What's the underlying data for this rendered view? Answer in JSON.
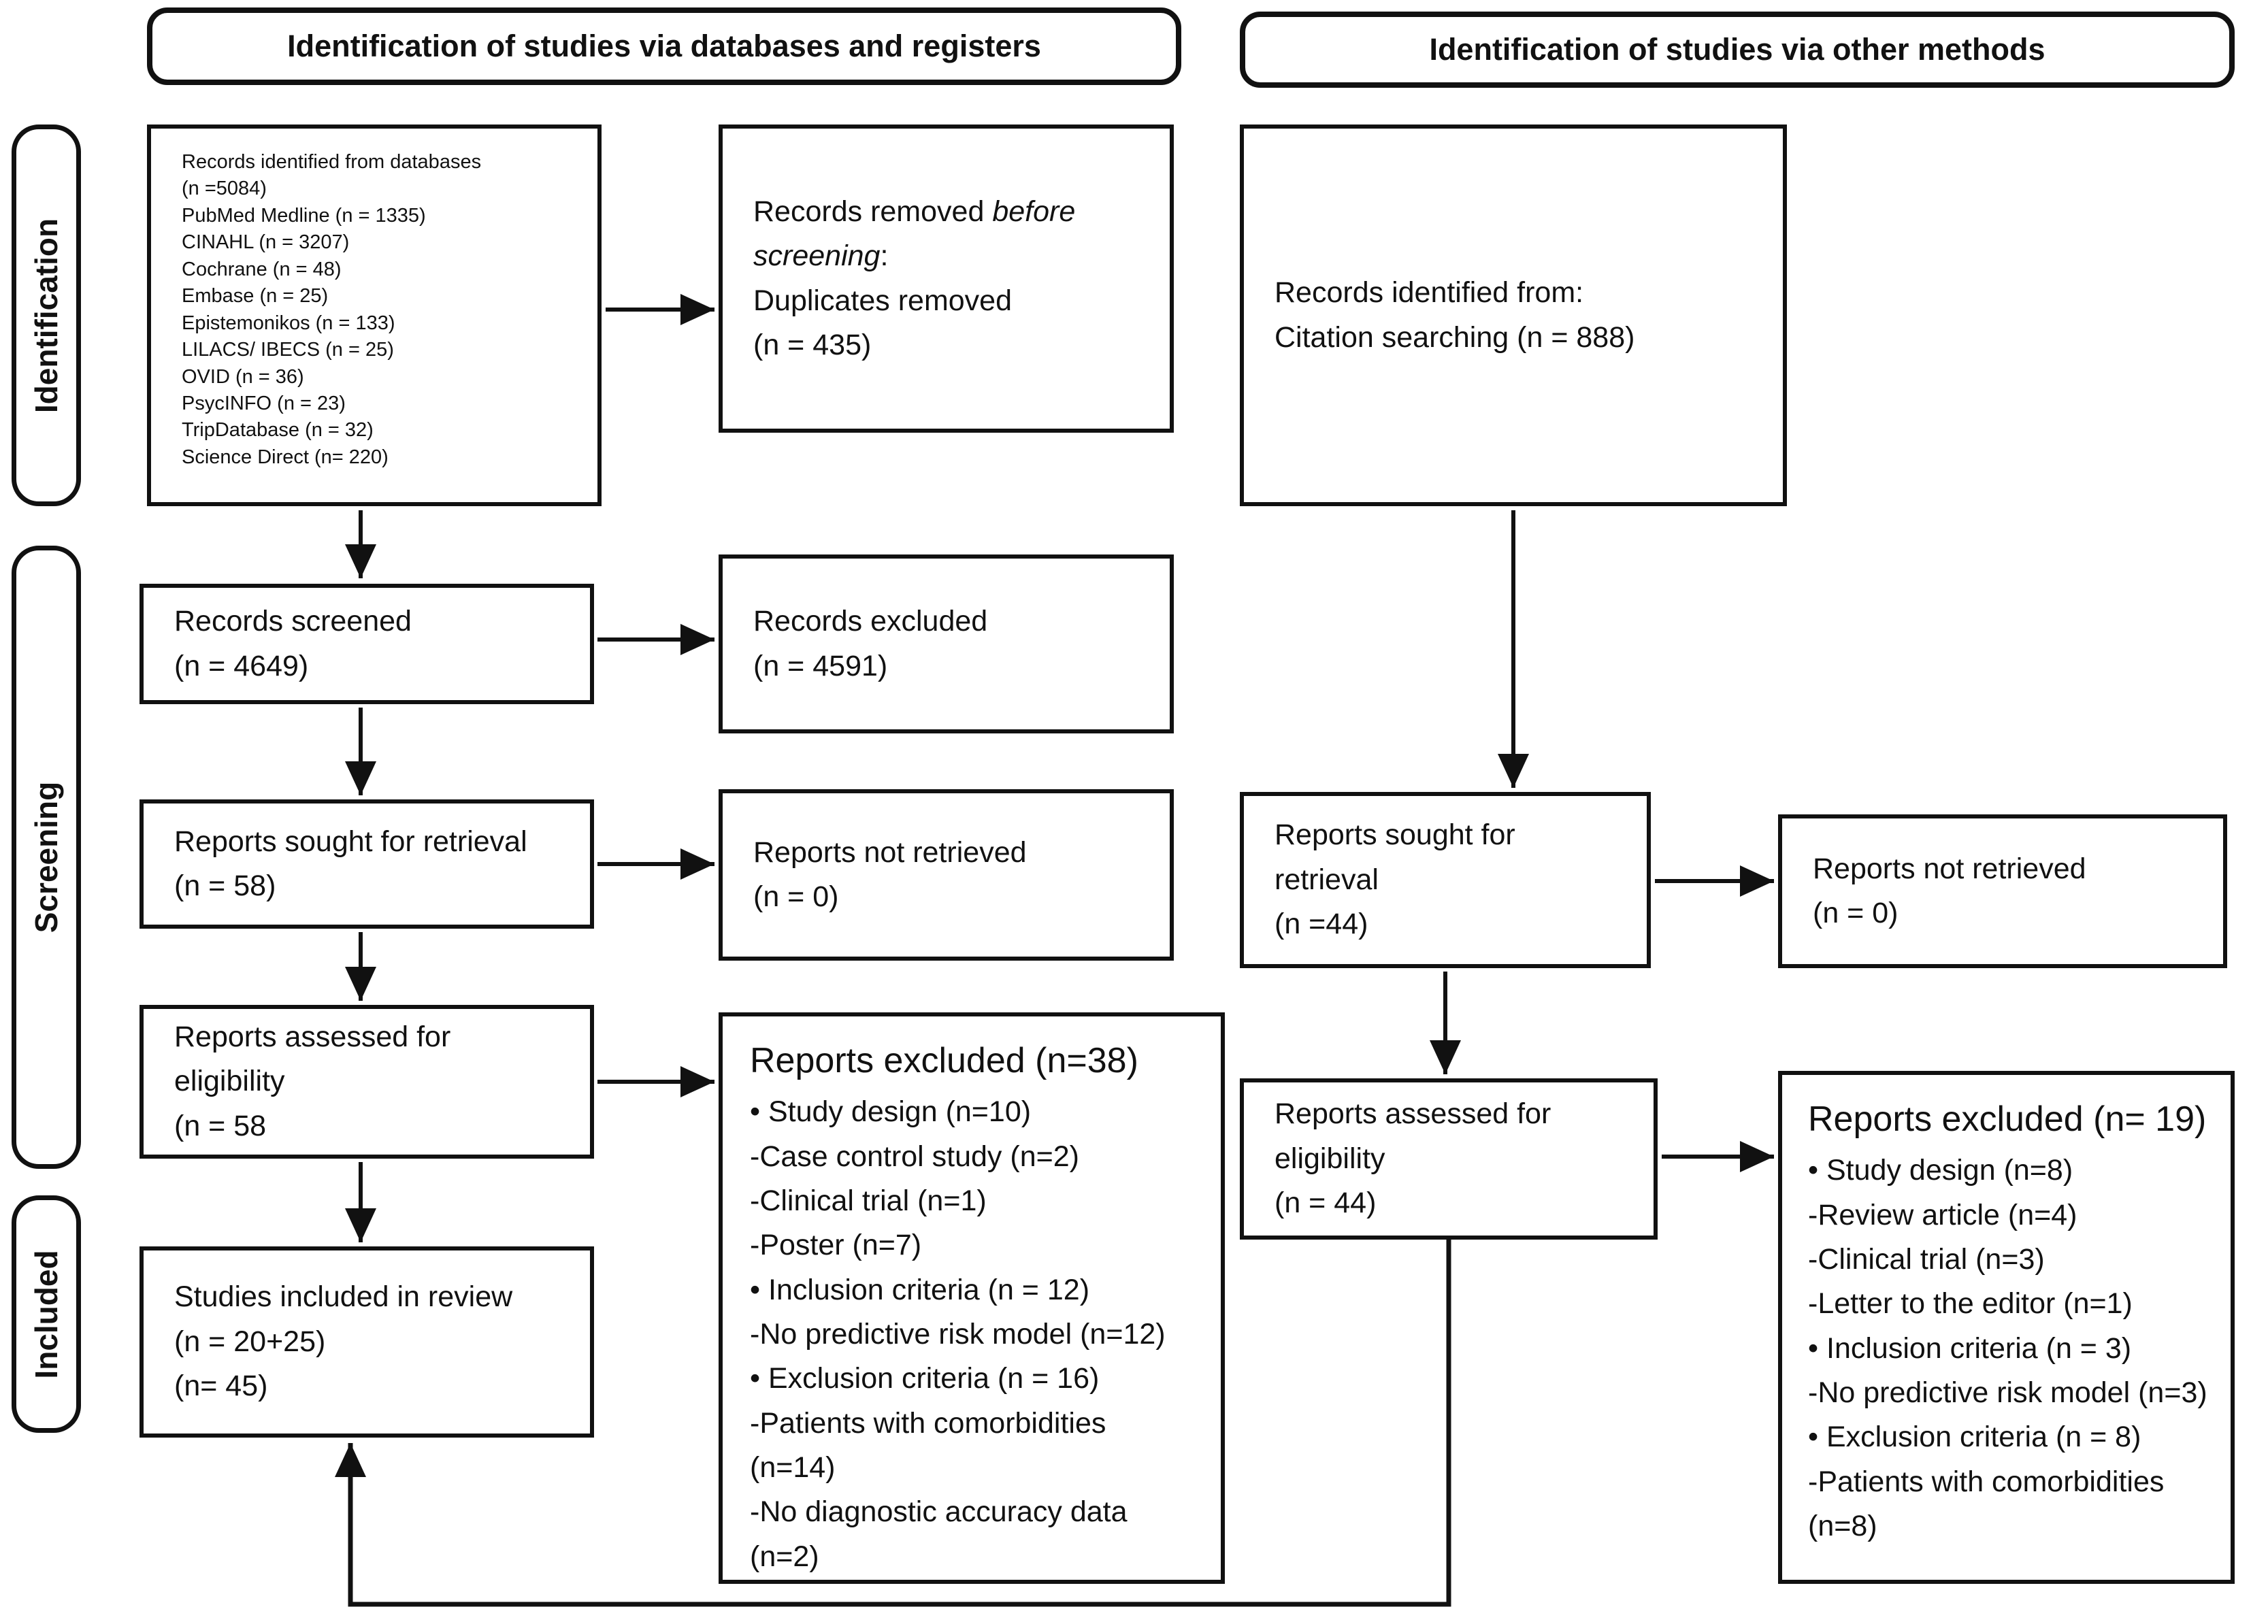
{
  "headers": {
    "databases": "Identification of studies via databases and registers",
    "other_methods": "Identification of studies via other methods"
  },
  "sidebars": {
    "identification": "Identification",
    "screening": "Screening",
    "included": "Included"
  },
  "databases_box": {
    "lines": [
      "Records identified from databases",
      "(n =5084)",
      "PubMed Medline (n = 1335)",
      "CINAHL (n = 3207)",
      "Cochrane (n = 48)",
      "Embase (n = 25)",
      "Epistemonikos (n = 133)",
      "LILACS/ IBECS (n = 25)",
      "OVID (n = 36)",
      "PsycINFO (n = 23)",
      "TripDatabase (n = 32)",
      "Science Direct (n= 220)"
    ]
  },
  "records_removed_box": {
    "prefix": "Records removed ",
    "italic_line1": "before",
    "italic_line2": "screening",
    "colon": ":",
    "line2": "Duplicates removed",
    "line3": "(n = 435)"
  },
  "citation_box": {
    "lines": [
      "Records identified from:",
      "Citation searching (n = 888)"
    ]
  },
  "records_screened_box": {
    "lines": [
      "Records screened",
      "(n = 4649)"
    ]
  },
  "records_excluded_box": {
    "lines": [
      "Records excluded",
      "(n = 4591)"
    ]
  },
  "reports_sought_left_box": {
    "lines": [
      "Reports sought for retrieval",
      "(n = 58)"
    ]
  },
  "reports_not_retrieved_left_box": {
    "lines": [
      "Reports not retrieved",
      "(n = 0)"
    ]
  },
  "reports_assessed_left_box": {
    "lines": [
      "Reports assessed for",
      "eligibility",
      "(n = 58"
    ]
  },
  "reports_excluded_left_box": {
    "title": "Reports excluded (n=38)",
    "items": [
      "• Study design (n=10)",
      "-Case control study (n=2)",
      "-Clinical trial (n=1)",
      "-Poster (n=7)",
      "• Inclusion criteria (n = 12)",
      "-No predictive risk model (n=12)",
      "• Exclusion criteria (n = 16)",
      "-Patients with comorbidities",
      "(n=14)",
      "-No diagnostic accuracy data",
      "(n=2)"
    ]
  },
  "studies_included_box": {
    "lines": [
      "Studies included in review",
      "(n = 20+25)",
      "(n= 45)"
    ]
  },
  "reports_sought_right_box": {
    "lines": [
      "Reports sought for",
      "retrieval",
      "(n =44)"
    ]
  },
  "reports_not_retrieved_right_box": {
    "lines": [
      "Reports not retrieved",
      "(n = 0)"
    ]
  },
  "reports_assessed_right_box": {
    "lines": [
      "Reports assessed for",
      "eligibility",
      "(n = 44)"
    ]
  },
  "reports_excluded_right_box": {
    "title": "Reports excluded (n= 19)",
    "items": [
      "• Study design (n=8)",
      "-Review article (n=4)",
      "-Clinical trial (n=3)",
      "-Letter to the editor (n=1)",
      "• Inclusion criteria (n = 3)",
      "-No predictive risk model (n=3)",
      "• Exclusion criteria (n = 8)",
      "-Patients with comorbidities",
      "(n=8)"
    ]
  },
  "colors": {
    "line": "#111111",
    "background": "#ffffff",
    "text": "#111111"
  }
}
